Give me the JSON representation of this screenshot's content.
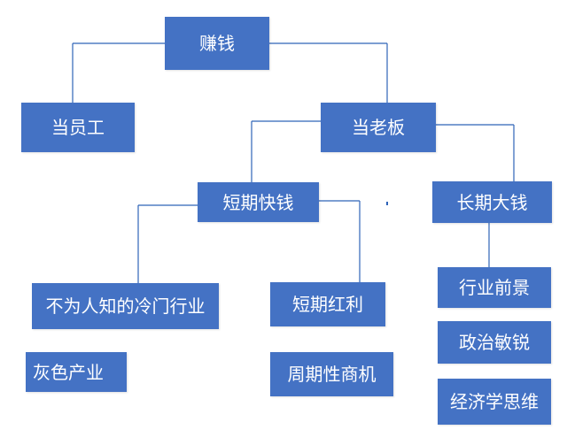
{
  "colors": {
    "node_fill": "#4472c4",
    "connector": "#2e63b8",
    "text": "#ffffff",
    "background": "#ffffff"
  },
  "nodes": {
    "root": "赚钱",
    "employee": "当员工",
    "boss": "当老板",
    "short_term": "短期快钱",
    "long_term": "长期大钱",
    "niche_industry": "不为人知的冷门行业",
    "gray_industry": "灰色产业",
    "short_dividend": "短期红利",
    "cyclical_opportunity": "周期性商机",
    "industry_prospect": "行业前景",
    "political_sensitivity": "政治敏锐",
    "economics_thinking": "经济学思维"
  }
}
